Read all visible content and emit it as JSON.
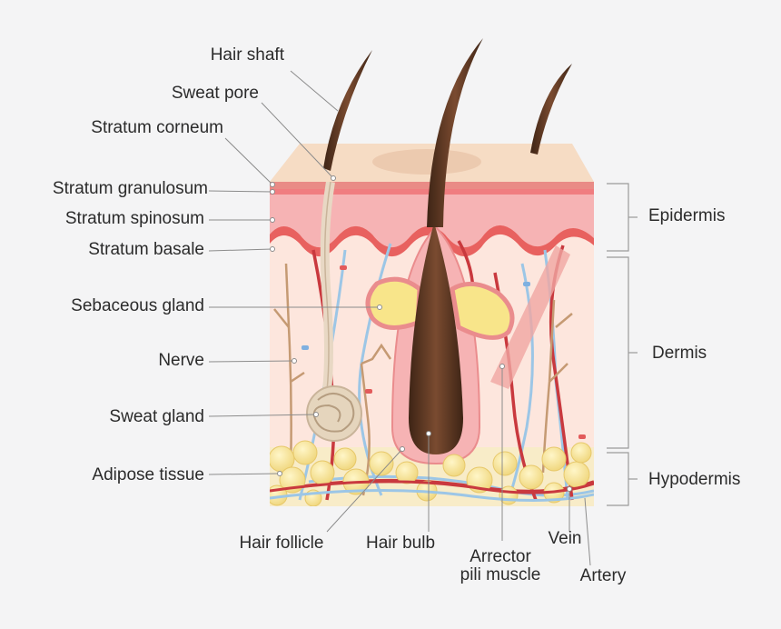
{
  "labels": {
    "hair_shaft": "Hair shaft",
    "sweat_pore": "Sweat pore",
    "stratum_corneum": "Stratum corneum",
    "stratum_granulosum": "Stratum granulosum",
    "stratum_spinosum": "Stratum spinosum",
    "stratum_basale": "Stratum basale",
    "sebaceous_gland": "Sebaceous gland",
    "nerve": "Nerve",
    "sweat_gland": "Sweat gland",
    "adipose_tissue": "Adipose tissue",
    "hair_follicle": "Hair follicle",
    "hair_bulb": "Hair bulb",
    "arrector_line1": "Arrector",
    "arrector_line2": "pili muscle",
    "vein": "Vein",
    "artery": "Artery"
  },
  "layers": {
    "epidermis": "Epidermis",
    "dermis": "Dermis",
    "hypodermis": "Hypodermis"
  },
  "colors": {
    "background": "#f4f4f5",
    "skin_top": "#f6dcc4",
    "epidermis": "#f3a4a6",
    "dermis": "#fde6dd",
    "hair": "#5a3522",
    "fat": "#f6e39a",
    "artery": "#c9393e",
    "vein": "#9cc6e6",
    "nerve": "#c59a73",
    "leader": "#8c8c8c"
  }
}
